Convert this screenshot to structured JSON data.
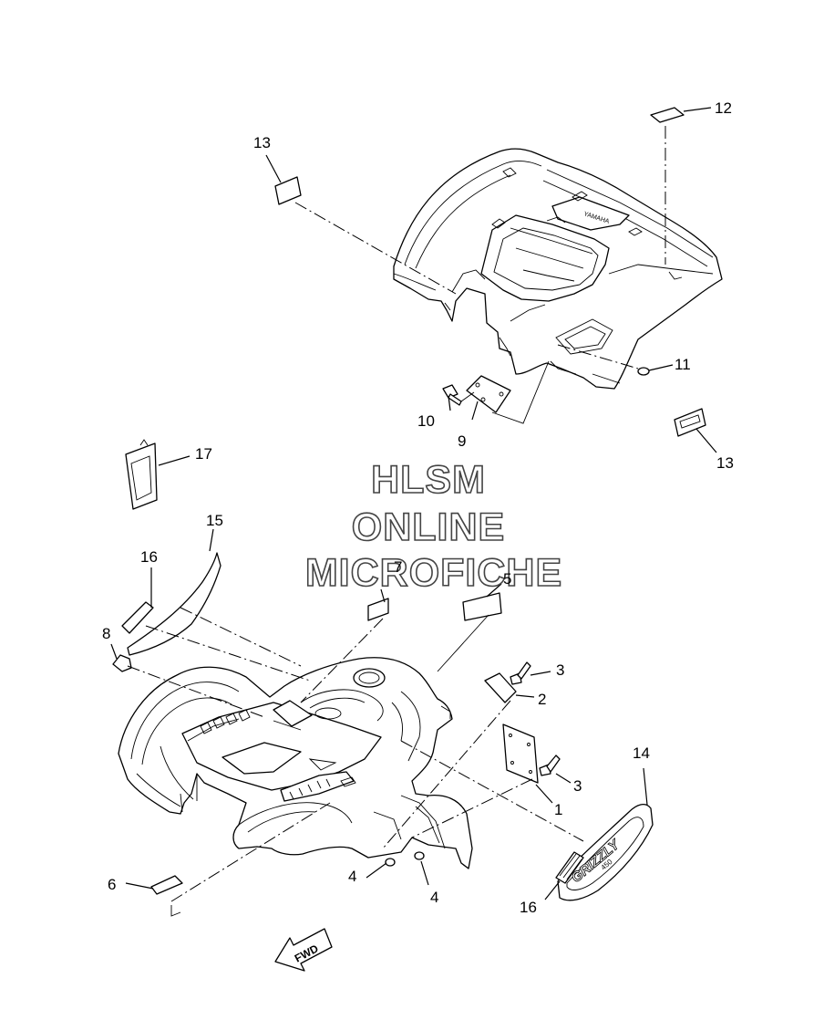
{
  "watermark": {
    "line1": "HLSM",
    "line2": "ONLINE",
    "line3": "MICROFICHE"
  },
  "direction_label": "FWD",
  "emblem_text": "GRIZZLY",
  "emblem_subtext": "450",
  "rear_box_label": "YAMAHA",
  "callouts": [
    {
      "id": "c1",
      "text": "1"
    },
    {
      "id": "c2",
      "text": "2"
    },
    {
      "id": "c3a",
      "text": "3"
    },
    {
      "id": "c3b",
      "text": "3"
    },
    {
      "id": "c4a",
      "text": "4"
    },
    {
      "id": "c4b",
      "text": "4"
    },
    {
      "id": "c5",
      "text": "5"
    },
    {
      "id": "c6",
      "text": "6"
    },
    {
      "id": "c7",
      "text": "7"
    },
    {
      "id": "c8",
      "text": "8"
    },
    {
      "id": "c9",
      "text": "9"
    },
    {
      "id": "c10",
      "text": "10"
    },
    {
      "id": "c11",
      "text": "11"
    },
    {
      "id": "c12",
      "text": "12"
    },
    {
      "id": "c13a",
      "text": "13"
    },
    {
      "id": "c13b",
      "text": "13"
    },
    {
      "id": "c14",
      "text": "14"
    },
    {
      "id": "c15",
      "text": "15"
    },
    {
      "id": "c16a",
      "text": "16"
    },
    {
      "id": "c16b",
      "text": "16"
    },
    {
      "id": "c17",
      "text": "17"
    }
  ]
}
